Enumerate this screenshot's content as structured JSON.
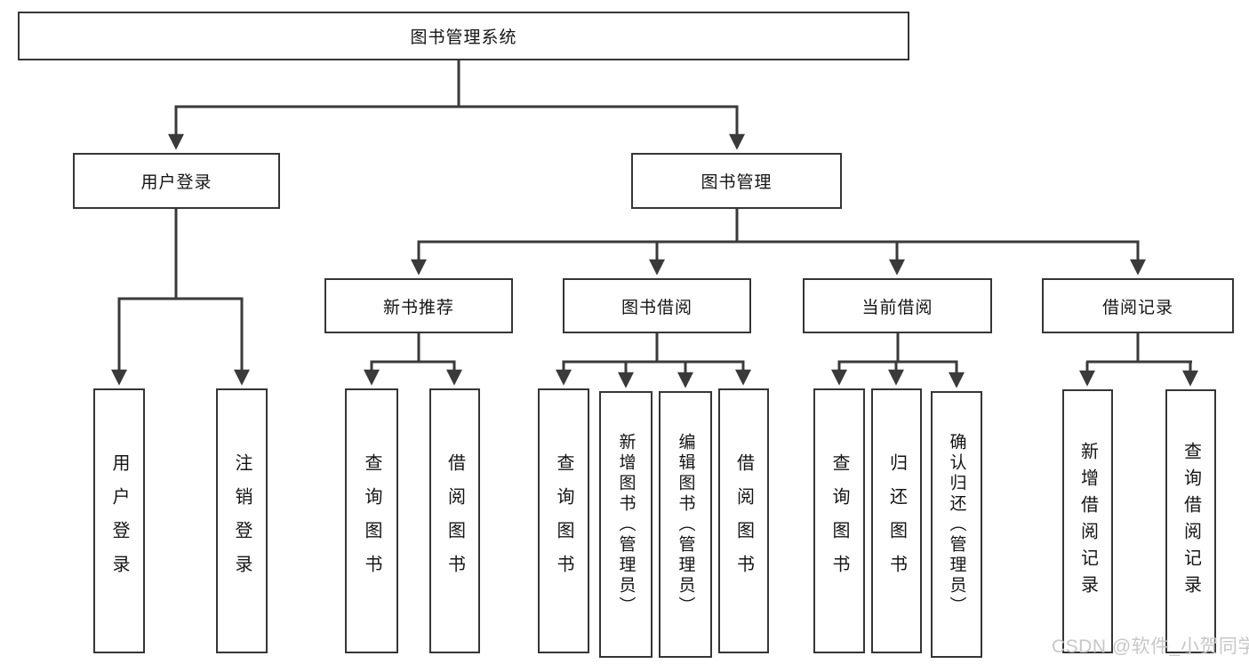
{
  "diagram": {
    "title_node": "图书管理系统",
    "tree": {
      "root": {
        "label": "图书管理系统"
      },
      "children": [
        {
          "label": "用户登录",
          "children": [
            {
              "label": "用户登录"
            },
            {
              "label": "注销登录"
            }
          ]
        },
        {
          "label": "图书管理",
          "children": [
            {
              "label": "新书推荐",
              "children": [
                {
                  "label": "查询图书"
                },
                {
                  "label": "借阅图书"
                }
              ]
            },
            {
              "label": "图书借阅",
              "children": [
                {
                  "label": "查询图书"
                },
                {
                  "label": "新增图书（管理员）"
                },
                {
                  "label": "编辑图书（管理员）"
                },
                {
                  "label": "借阅图书"
                }
              ]
            },
            {
              "label": "当前借阅",
              "children": [
                {
                  "label": "查询图书"
                },
                {
                  "label": "归还图书"
                },
                {
                  "label": "确认归还（管理员）"
                }
              ]
            },
            {
              "label": "借阅记录",
              "children": [
                {
                  "label": "新增借阅记录"
                },
                {
                  "label": "查询借阅记录"
                }
              ]
            }
          ]
        }
      ]
    }
  },
  "watermark": "CSDN @软件_小贺同学",
  "colors": {
    "line": "#3a3a3a",
    "box_border": "#353535",
    "text": "#141414",
    "watermark": "#c7c7c7",
    "background": "#ffffff"
  }
}
